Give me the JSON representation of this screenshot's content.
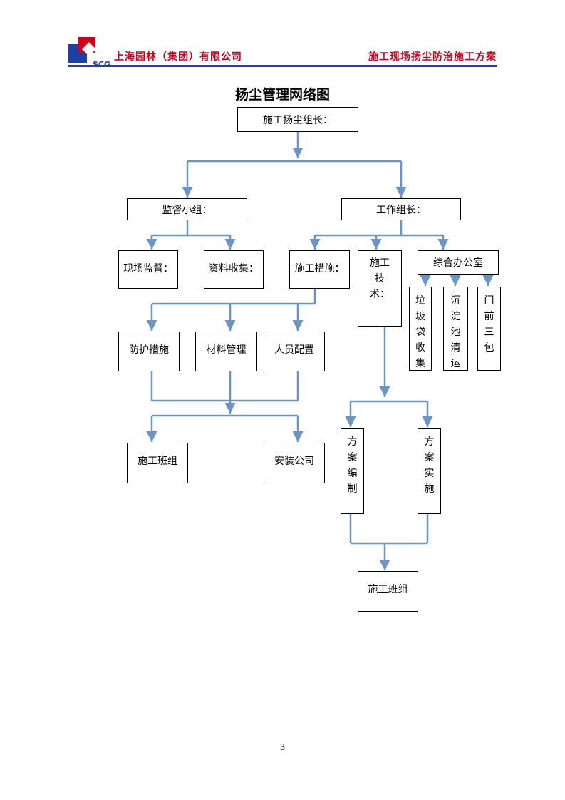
{
  "header": {
    "logo_text": "SCG",
    "company": "上海园林（集团）有限公司",
    "doc_title": "施工现场扬尘防治施工方案"
  },
  "title": "扬尘管理网络图",
  "nodes": {
    "leader": "施工扬尘组长：",
    "supervision_group": "监督小组：",
    "work_leader": "工作组长：",
    "site_supervision": "现场监督：",
    "data_collection": "资料收集：",
    "construction_measures": "施工措施：",
    "construction_tech": "施工技术：",
    "office": "综合办公室",
    "garbage": "垃圾袋收集",
    "sediment": "沉淀池清运",
    "three_guarantees": "门前三包",
    "protection": "防护措施",
    "materials": "材料管理",
    "staffing": "人员配置",
    "team1": "施工班组",
    "install": "安装公司",
    "plan_compile": "方案编制",
    "plan_implement": "方案实施",
    "team2": "施工班组"
  },
  "page_number": "3"
}
